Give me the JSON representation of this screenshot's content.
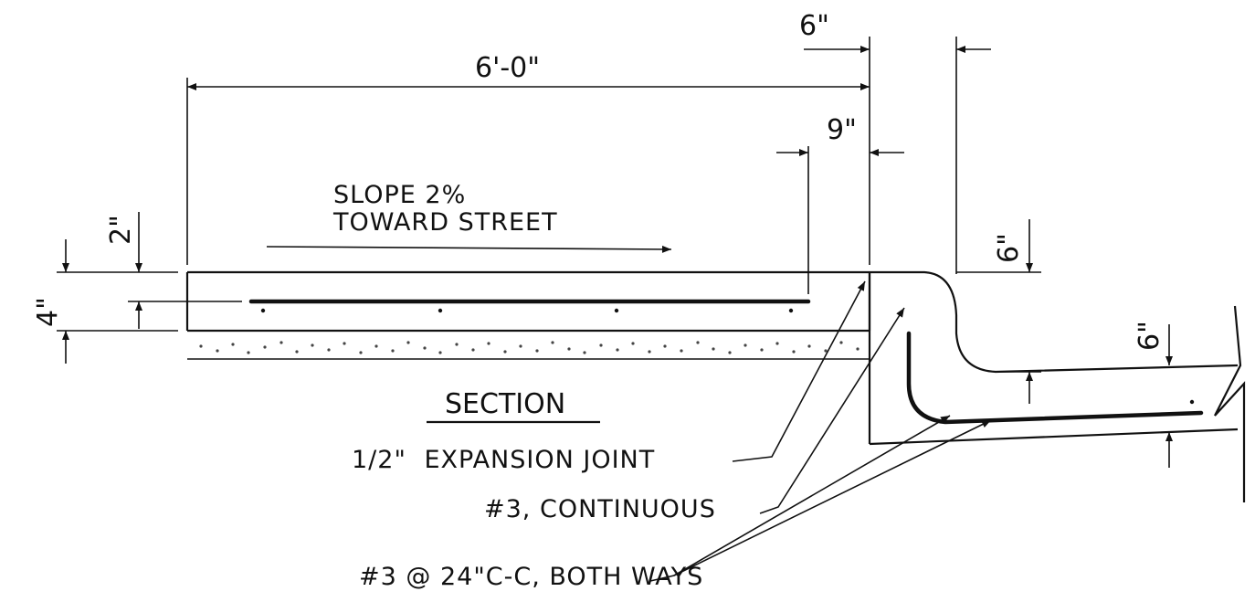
{
  "dimensions": {
    "walk_width": "6'-0\"",
    "curb_top_width": "6\"",
    "gap_to_joint": "9\"",
    "rebar_cover": "2\"",
    "slab_thickness": "4\"",
    "curb_height": "6\"",
    "gutter_thickness": "6\""
  },
  "notes": {
    "slope_line1": "SLOPE  2%",
    "slope_line2": "TOWARD STREET",
    "section_title": "SECTION",
    "expansion_joint_fraction": "1/2\"",
    "expansion_joint_text": "EXPANSION JOINT",
    "continuous_bar": "#3, CONTINUOUS",
    "both_ways_bar": "#3 @ 24\"C-C, BOTH WAYS"
  }
}
